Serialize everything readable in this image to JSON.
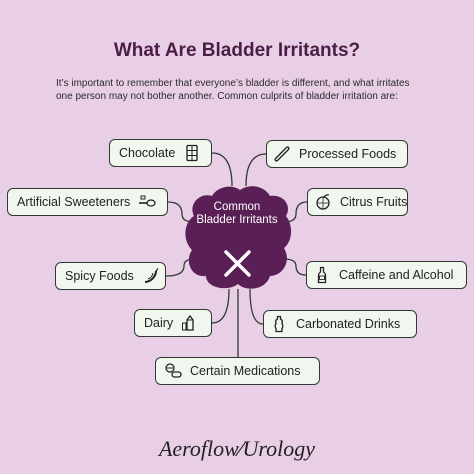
{
  "header": {
    "title": "What Are Bladder Irritants?",
    "intro": "It’s important to remember that everyone’s bladder is different, and what irritates one person may not bother another. Common culprits of bladder irritation are:"
  },
  "center": {
    "label": "Common Bladder Irritants",
    "icon": "x-icon",
    "color": "#5a1f55"
  },
  "irritants": [
    {
      "label": "Chocolate",
      "icon": "chocolate-bar-icon"
    },
    {
      "label": "Artificial Sweeteners",
      "icon": "sweetener-spoon-icon"
    },
    {
      "label": "Spicy Foods",
      "icon": "chili-pepper-icon"
    },
    {
      "label": "Dairy",
      "icon": "milk-carton-icon"
    },
    {
      "label": "Processed Foods",
      "icon": "hot-dog-icon"
    },
    {
      "label": "Citrus Fruits",
      "icon": "citrus-icon"
    },
    {
      "label": "Caffeine and Alcohol",
      "icon": "bottle-icon"
    },
    {
      "label": "Carbonated Drinks",
      "icon": "soda-bottle-icon"
    },
    {
      "label": "Certain Medications",
      "icon": "pills-icon"
    }
  ],
  "footer": {
    "brand_left": "Aeroflow",
    "brand_right": "Urology"
  },
  "colors": {
    "background": "#e8cfe6",
    "title": "#4a1d45",
    "box_fill": "#f1f7ef",
    "box_border": "#2d3a33",
    "center_blob": "#5a1f55"
  }
}
